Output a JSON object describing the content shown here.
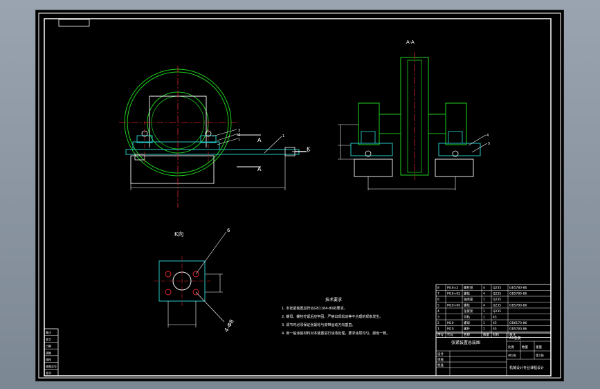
{
  "colors": {
    "background": "#000000",
    "frame": "#ffffff",
    "wheel": "#1fd31f",
    "parts": "#27c8c8",
    "centerline": "#e0262b",
    "text": "#ffffff",
    "dimension": "#ffffff"
  },
  "drawing": {
    "section_label": "A-A",
    "section_mark_top": "A",
    "section_mark_bottom": "A",
    "view_arrow_k": "K",
    "view_title_k": "K向",
    "hole_callout": "4-Φ8",
    "balloon_6": "6",
    "balloon_1": "1",
    "balloon_2": "2",
    "balloon_3": "3",
    "balloon_4": "4",
    "balloon_5": "5"
  },
  "notes": {
    "title": "技术要求",
    "items": [
      "1. 本张紧装置应符合GB1184-80的要求。",
      "2. 螺母、螺栓拧紧后应牢固，严禁出现松动等不合理的现象发生。",
      "3. 调节时必须保证张紧轮与皮带运动方向垂直。",
      "4. 用一般涂装材料对本装置进行涂漆处理，要求涂层均匀，颜色一致。"
    ]
  },
  "bom": {
    "rows": [
      [
        "8",
        "M16×2",
        "螺栓组",
        "4",
        "Q235",
        "GB5780-86"
      ],
      [
        "7",
        "M16×65",
        "螺栓",
        "4",
        "Q235",
        "GB5780-86"
      ],
      [
        "6",
        "",
        "轴承座",
        "1",
        "Q235",
        ""
      ],
      [
        "5",
        "M20×60",
        "螺栓",
        "4",
        "Q235",
        "GB5780-86"
      ],
      [
        "4",
        "",
        "张紧架",
        "1",
        "Q235",
        ""
      ],
      [
        "3",
        "",
        "导轨",
        "1",
        "45",
        ""
      ],
      [
        "2",
        "M10",
        "螺母",
        "1",
        "45",
        "GB6170-86"
      ],
      [
        "1",
        "M10",
        "螺杆",
        "1",
        "45",
        "GB5780-86"
      ]
    ],
    "header": [
      "序号",
      "代号",
      "名称",
      "数量",
      "材料",
      "备注"
    ]
  },
  "title_block": {
    "drawing_name": "张紧装置总装图",
    "drawing_no": "A1总装",
    "scale_label": "比例",
    "quantity_label": "数量",
    "weight_label": "重量",
    "sheet_label": "共1张",
    "sheet_no": "第1张",
    "designer_label": "设计",
    "checker_label": "审核",
    "approver_label": "批准",
    "company": "机械设计专业课程设计"
  },
  "left_strip": {
    "labels": [
      "备注",
      "签字",
      "日期",
      "描图",
      "描校",
      "底图总号",
      "签字"
    ]
  },
  "stamp_box": ""
}
